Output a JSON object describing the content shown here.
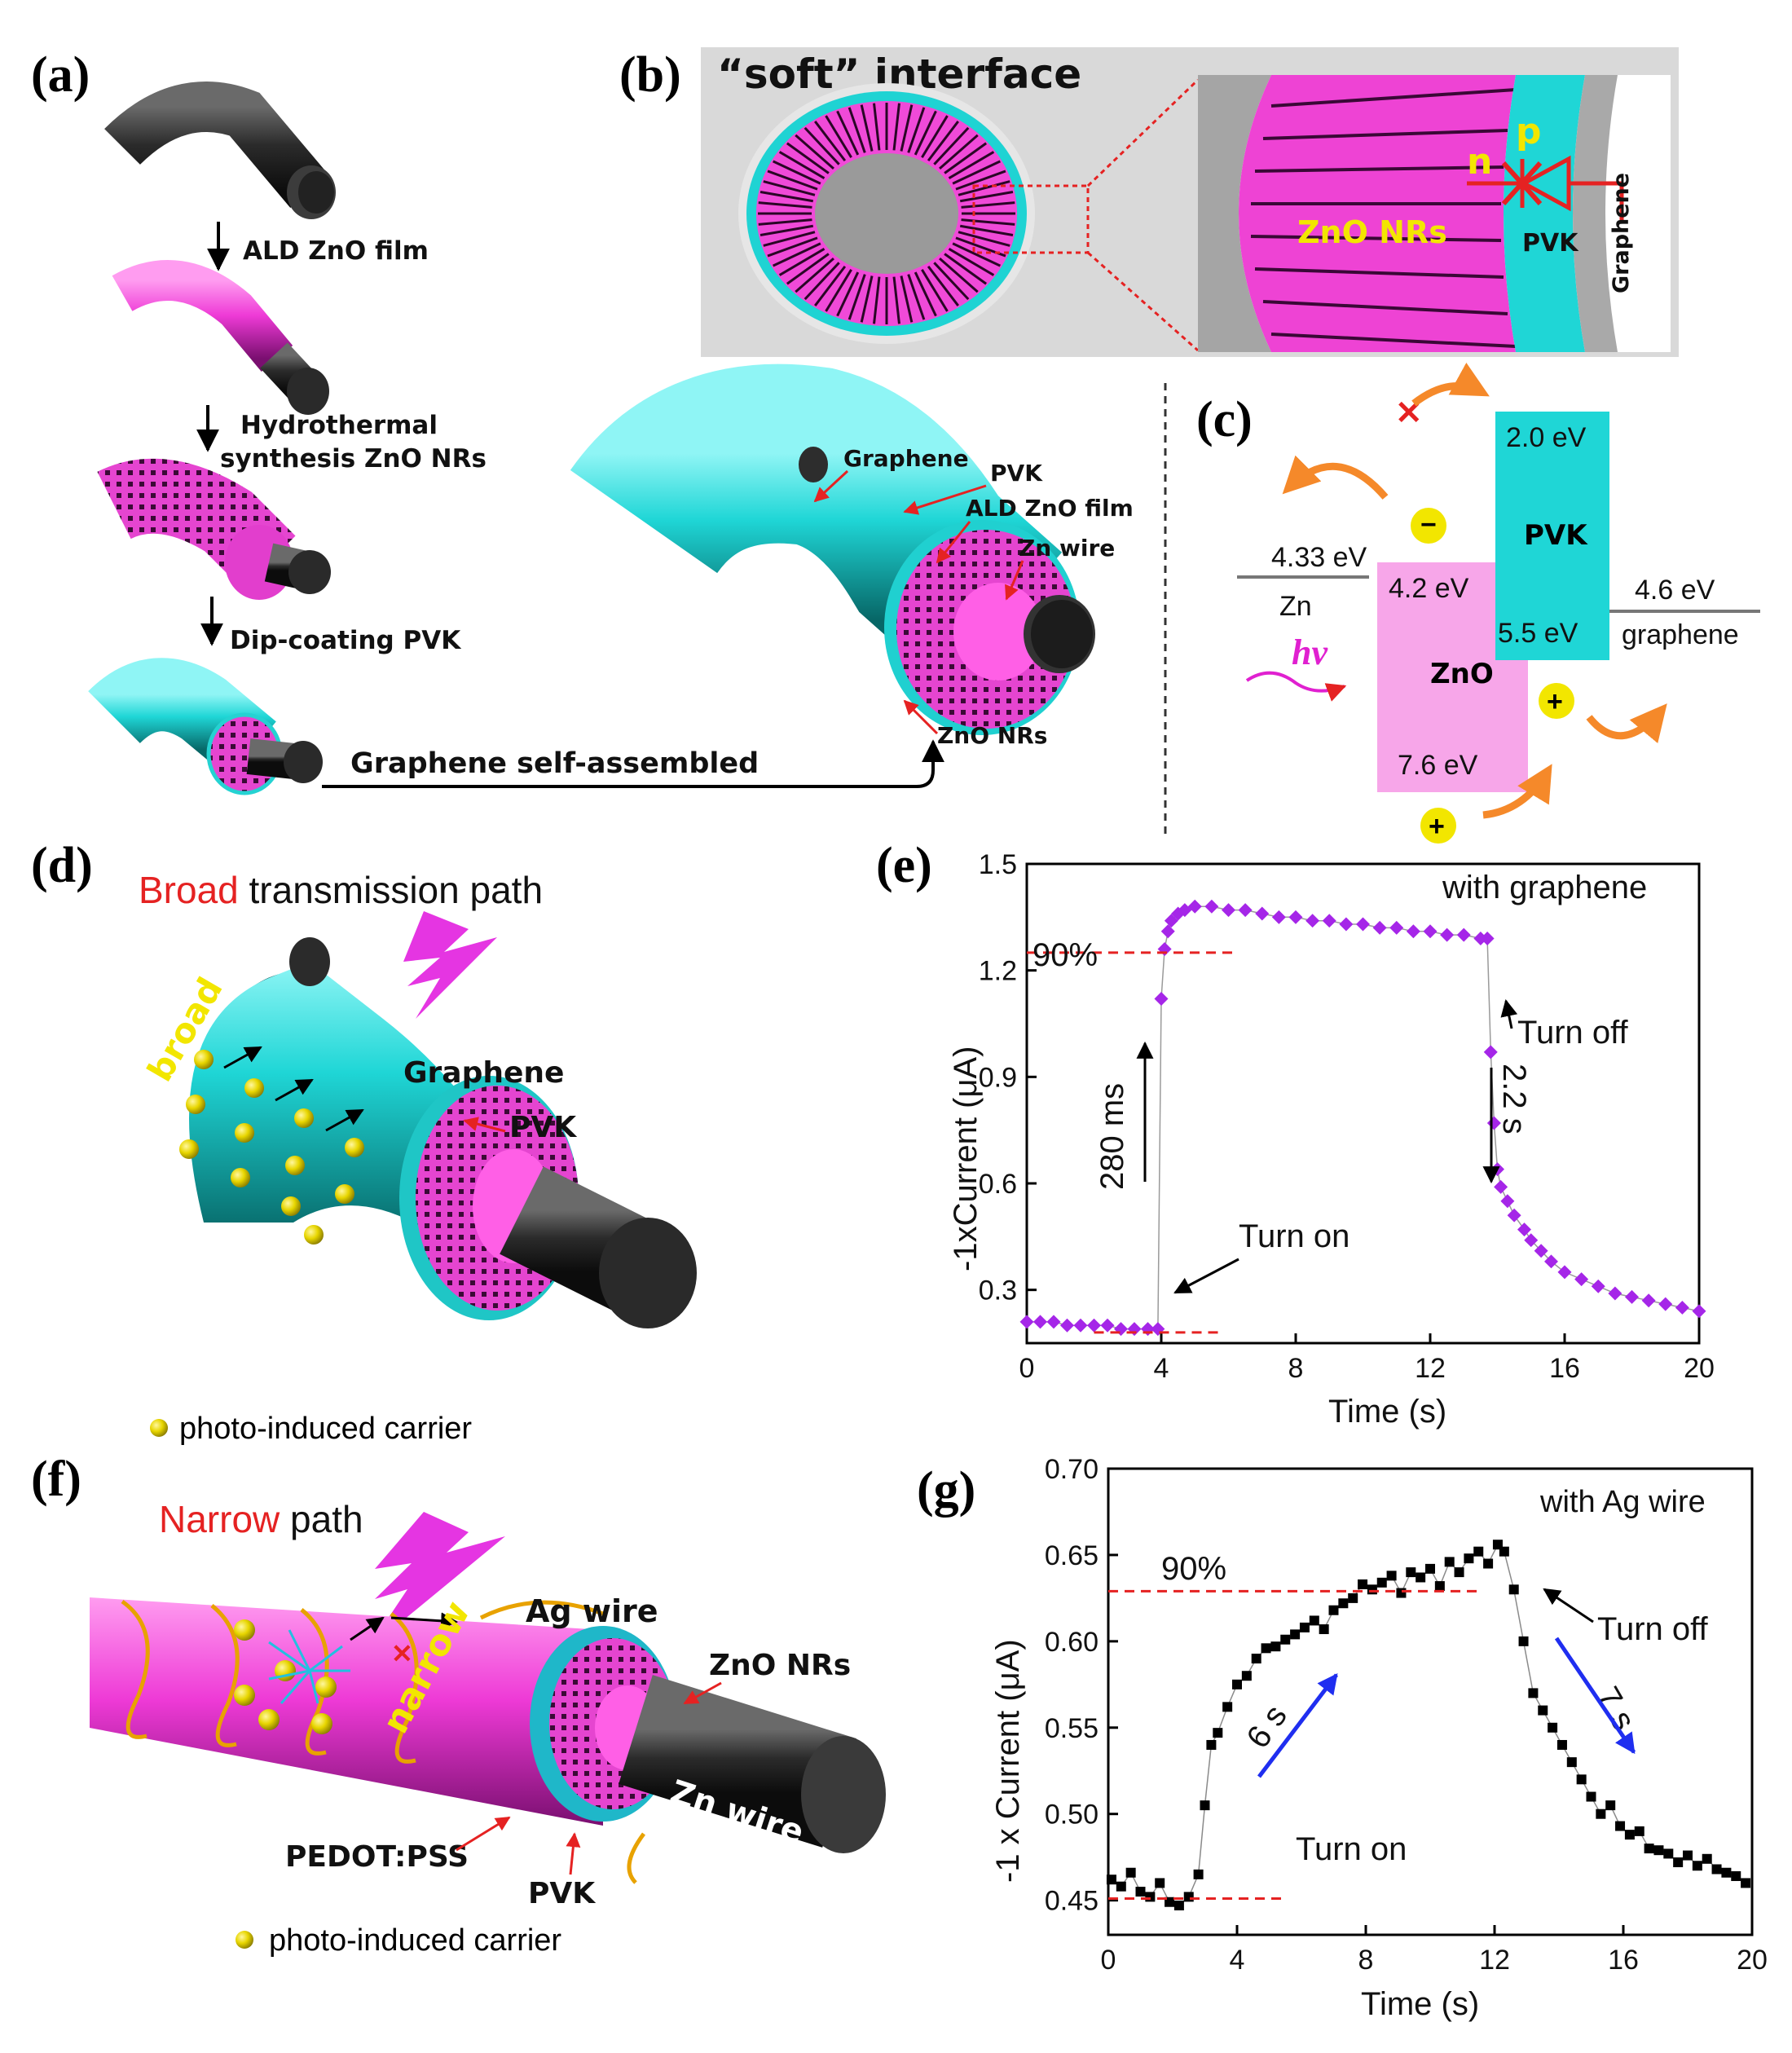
{
  "panels": {
    "a": {
      "label": "(a)",
      "steps": [
        "ALD ZnO film",
        "Hydrothermal",
        "synthesis ZnO NRs",
        "Dip-coating PVK",
        "Graphene self-assembled"
      ],
      "callouts": [
        "Graphene",
        "PVK",
        "ALD ZnO film",
        "Zn wire",
        "ZnO NRs"
      ]
    },
    "b": {
      "label": "(b)",
      "title": "“soft” interface",
      "n": "n",
      "p": "p",
      "zno": "ZnO NRs",
      "pvk": "PVK",
      "graphene": "Graphene"
    },
    "c": {
      "label": "(c)",
      "zn_level": "4.33 eV",
      "zn": "Zn",
      "zno_cb": "4.2 eV",
      "zno": "ZnO",
      "zno_vb": "7.6 eV",
      "pvk_lumo": "2.0 eV",
      "pvk": "PVK",
      "pvk_homo": "5.5 eV",
      "gr_level": "4.6 eV",
      "graphene": "graphene",
      "hv": "hv",
      "minus": "−",
      "plus": "+",
      "cross": "✕"
    },
    "d": {
      "label": "(d)",
      "title_red": "Broad",
      "title_rest": " transmission path",
      "broad": "broad",
      "graphene": "Graphene",
      "pvk": "PVK",
      "legend": "photo-induced carrier"
    },
    "f": {
      "label": "(f)",
      "title_red": "Narrow",
      "title_rest": " path",
      "ag": "Ag wire",
      "zno": "ZnO NRs",
      "zn": "Zn wire",
      "narrow": "narrow",
      "pedot": "PEDOT:PSS",
      "pvk": "PVK",
      "legend": "photo-induced carrier"
    }
  },
  "chart_data": [
    {
      "type": "scatter",
      "panel": "(e)",
      "xlabel": "Time (s)",
      "ylabel": "-1xCurrent (μA)",
      "xlim": [
        0,
        20
      ],
      "ylim": [
        0.15,
        1.5
      ],
      "xticks": [
        0,
        4,
        8,
        12,
        16,
        20
      ],
      "yticks": [
        0.3,
        0.6,
        0.9,
        1.2,
        1.5
      ],
      "xtick_labels": [
        "0",
        "4",
        "8",
        "12",
        "16",
        "20"
      ],
      "ytick_labels": [
        "0.3",
        "0.6",
        "0.9",
        "1.2",
        "1.5"
      ],
      "legend_text": "with graphene",
      "color": "#a526e8",
      "series": [
        {
          "x": [
            0,
            0.4,
            0.8,
            1.2,
            1.6,
            2.0,
            2.4,
            2.8,
            3.2,
            3.6,
            3.9,
            4.0,
            4.1,
            4.2,
            4.3,
            4.5,
            4.7,
            5.0,
            5.5,
            6.0,
            6.5,
            7.0,
            7.5,
            8.0,
            8.5,
            9.0,
            9.5,
            10.0,
            10.5,
            11.0,
            11.5,
            12.0,
            12.5,
            13.0,
            13.5,
            13.7,
            13.8,
            13.9,
            14.0,
            14.1,
            14.3,
            14.5,
            14.8,
            15.0,
            15.3,
            15.6,
            16.0,
            16.5,
            17.0,
            17.5,
            18.0,
            18.5,
            19.0,
            19.5,
            20.0
          ],
          "y": [
            0.21,
            0.21,
            0.21,
            0.2,
            0.2,
            0.2,
            0.2,
            0.19,
            0.19,
            0.19,
            0.19,
            1.12,
            1.26,
            1.31,
            1.34,
            1.36,
            1.37,
            1.38,
            1.38,
            1.37,
            1.37,
            1.36,
            1.35,
            1.35,
            1.34,
            1.34,
            1.33,
            1.33,
            1.32,
            1.32,
            1.31,
            1.31,
            1.3,
            1.3,
            1.29,
            1.29,
            0.97,
            0.77,
            0.64,
            0.59,
            0.55,
            0.51,
            0.47,
            0.44,
            0.41,
            0.38,
            0.35,
            0.33,
            0.31,
            0.29,
            0.28,
            0.27,
            0.26,
            0.25,
            0.24
          ]
        }
      ],
      "annotations": {
        "pct": "90%",
        "rise": "280 ms",
        "fall": "2.2 s",
        "on": "Turn on",
        "off": "Turn off"
      },
      "threshold_on": 1.25,
      "baseline": 0.18
    },
    {
      "type": "scatter",
      "panel": "(g)",
      "xlabel": "Time (s)",
      "ylabel": "-1 x Current (μA)",
      "xlim": [
        0,
        20
      ],
      "ylim": [
        0.43,
        0.7
      ],
      "xticks": [
        0,
        4,
        8,
        12,
        16,
        20
      ],
      "yticks": [
        0.45,
        0.5,
        0.55,
        0.6,
        0.65,
        0.7
      ],
      "xtick_labels": [
        "0",
        "4",
        "8",
        "12",
        "16",
        "20"
      ],
      "ytick_labels": [
        "0.45",
        "0.50",
        "0.55",
        "0.60",
        "0.65",
        "0.70"
      ],
      "legend_text": "with Ag wire",
      "color": "#000000",
      "series": [
        {
          "x": [
            0.1,
            0.4,
            0.7,
            1.0,
            1.3,
            1.6,
            1.9,
            2.2,
            2.5,
            2.8,
            3.0,
            3.2,
            3.4,
            3.7,
            4.0,
            4.3,
            4.6,
            4.9,
            5.2,
            5.5,
            5.8,
            6.1,
            6.4,
            6.7,
            7.0,
            7.3,
            7.6,
            7.9,
            8.2,
            8.5,
            8.8,
            9.1,
            9.4,
            9.7,
            10.0,
            10.3,
            10.6,
            10.9,
            11.2,
            11.5,
            11.8,
            12.1,
            12.3,
            12.6,
            12.9,
            13.2,
            13.5,
            13.8,
            14.1,
            14.4,
            14.7,
            15.0,
            15.3,
            15.6,
            15.9,
            16.2,
            16.5,
            16.8,
            17.1,
            17.4,
            17.7,
            18.0,
            18.3,
            18.6,
            18.9,
            19.2,
            19.5,
            19.8
          ],
          "y": [
            0.462,
            0.458,
            0.466,
            0.455,
            0.452,
            0.46,
            0.449,
            0.447,
            0.452,
            0.465,
            0.505,
            0.54,
            0.547,
            0.562,
            0.575,
            0.58,
            0.59,
            0.596,
            0.597,
            0.601,
            0.604,
            0.608,
            0.612,
            0.607,
            0.618,
            0.622,
            0.625,
            0.633,
            0.63,
            0.634,
            0.638,
            0.628,
            0.64,
            0.637,
            0.642,
            0.632,
            0.646,
            0.64,
            0.648,
            0.652,
            0.645,
            0.656,
            0.652,
            0.63,
            0.6,
            0.57,
            0.56,
            0.55,
            0.54,
            0.53,
            0.52,
            0.51,
            0.5,
            0.505,
            0.493,
            0.488,
            0.49,
            0.48,
            0.479,
            0.477,
            0.472,
            0.476,
            0.47,
            0.474,
            0.468,
            0.466,
            0.464,
            0.46
          ]
        }
      ],
      "annotations": {
        "pct": "90%",
        "rise": "6 s",
        "fall": "7 s",
        "on": "Turn on",
        "off": "Turn off"
      },
      "threshold_on": 0.629,
      "baseline": 0.451
    }
  ]
}
